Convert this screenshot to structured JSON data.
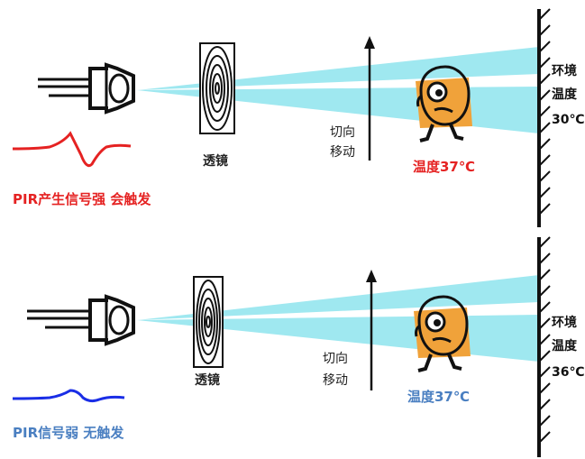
{
  "colors": {
    "strong": "#e52222",
    "weak": "#4a7fc1",
    "beam": "#9fe8f0",
    "body": "#f0a23a",
    "wave_strong": "#e52222",
    "wave_weak": "#1a2ee6"
  },
  "scenes": [
    {
      "signal_label": "PIR产生信号强 会触发",
      "signal_color": "#e52222",
      "lens_label": "透镜",
      "move_label_line1": "切向",
      "move_label_line2": "移动",
      "body_temp_label": "温度37℃",
      "body_temp_color": "#e52222",
      "env_label_line1": "环境",
      "env_label_line2": "温度",
      "env_temp": "30℃"
    },
    {
      "signal_label": "PIR信号弱 无触发",
      "signal_color": "#4a7fc1",
      "lens_label": "透镜",
      "move_label_line1": "切向",
      "move_label_line2": "移动",
      "body_temp_label": "温度37℃",
      "body_temp_color": "#4a7fc1",
      "env_label_line1": "环境",
      "env_label_line2": "温度",
      "env_temp": "36℃"
    }
  ]
}
